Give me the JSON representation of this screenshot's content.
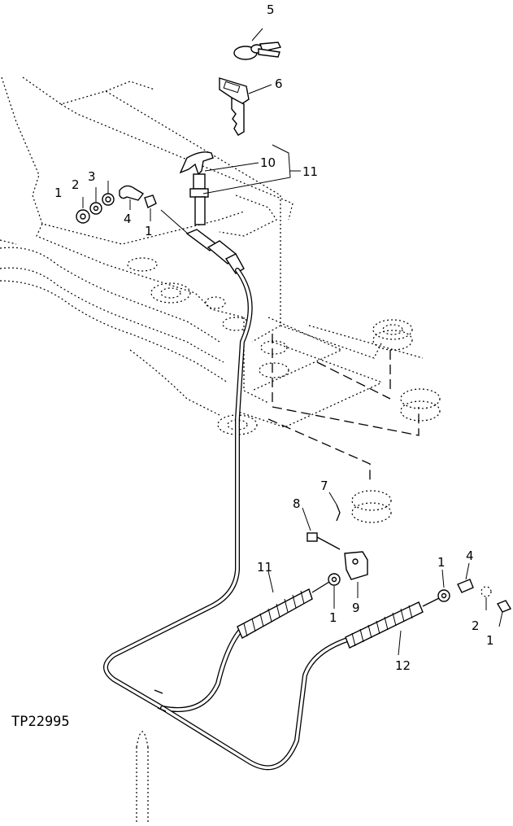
{
  "figure_id": "TP22995",
  "callouts": {
    "c1a": "1",
    "c2a": "2",
    "c3": "3",
    "c4a": "4",
    "c1b": "1",
    "c5": "5",
    "c6": "6",
    "c10": "10",
    "c11a": "11",
    "c7": "7",
    "c8": "8",
    "c9": "9",
    "c11b": "11",
    "c1c": "1",
    "c1d": "1",
    "c4b": "4",
    "c2b": "2",
    "c1e": "1",
    "c12": "12"
  }
}
